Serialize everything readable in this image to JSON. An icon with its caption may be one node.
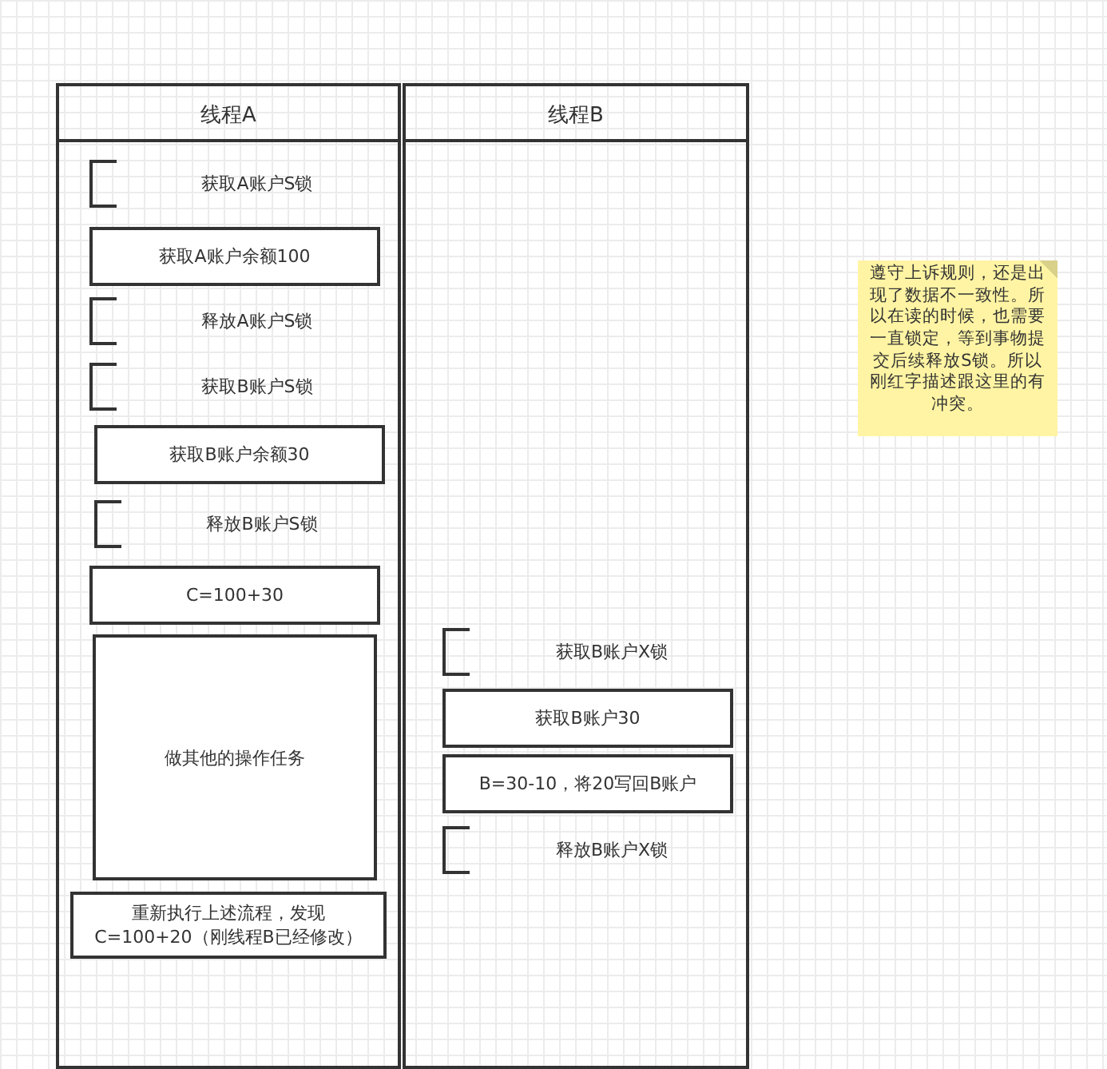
{
  "diagram": {
    "nodes": [
      {
        "text": [
          "线程A"
        ]
      },
      {
        "text": [
          "线程B"
        ]
      },
      {
        "text": [
          "获取A账户S锁"
        ],
        "in": 0
      },
      {
        "text": [
          "获取A账户余额100"
        ],
        "in": 0
      },
      {
        "text": [
          "释放A账户S锁"
        ],
        "in": 0
      },
      {
        "text": [
          "获取B账户S锁"
        ],
        "in": 0
      },
      {
        "text": [
          "获取B账户余额30"
        ],
        "in": 0
      },
      {
        "text": [
          "释放B账户S锁"
        ],
        "in": 0
      },
      {
        "text": [
          "C=100+30"
        ],
        "in": 0
      },
      {
        "text": [
          "做其他的操作任务"
        ],
        "in": 0
      },
      {
        "text": [
          "重新执行上述流程，发现C=100+20（刚线程B已经修改）"
        ],
        "in": 0
      },
      {
        "text": [
          "获取B账户X锁"
        ],
        "in": 1
      },
      {
        "text": [
          "获取B账户30"
        ],
        "in": 1
      },
      {
        "text": [
          "B=30-10，将20写回B账户"
        ],
        "in": 1
      },
      {
        "text": [
          "释放B账户X锁"
        ],
        "in": 1
      },
      {
        "text": [
          "遵守上诉规则，还是出现了数据不一致性。所以在读的时候，也需要一直锁定，等到事物提交后续释放S锁。所以刚红字描述跟这里的有冲突。"
        ]
      }
    ],
    "edges": []
  }
}
